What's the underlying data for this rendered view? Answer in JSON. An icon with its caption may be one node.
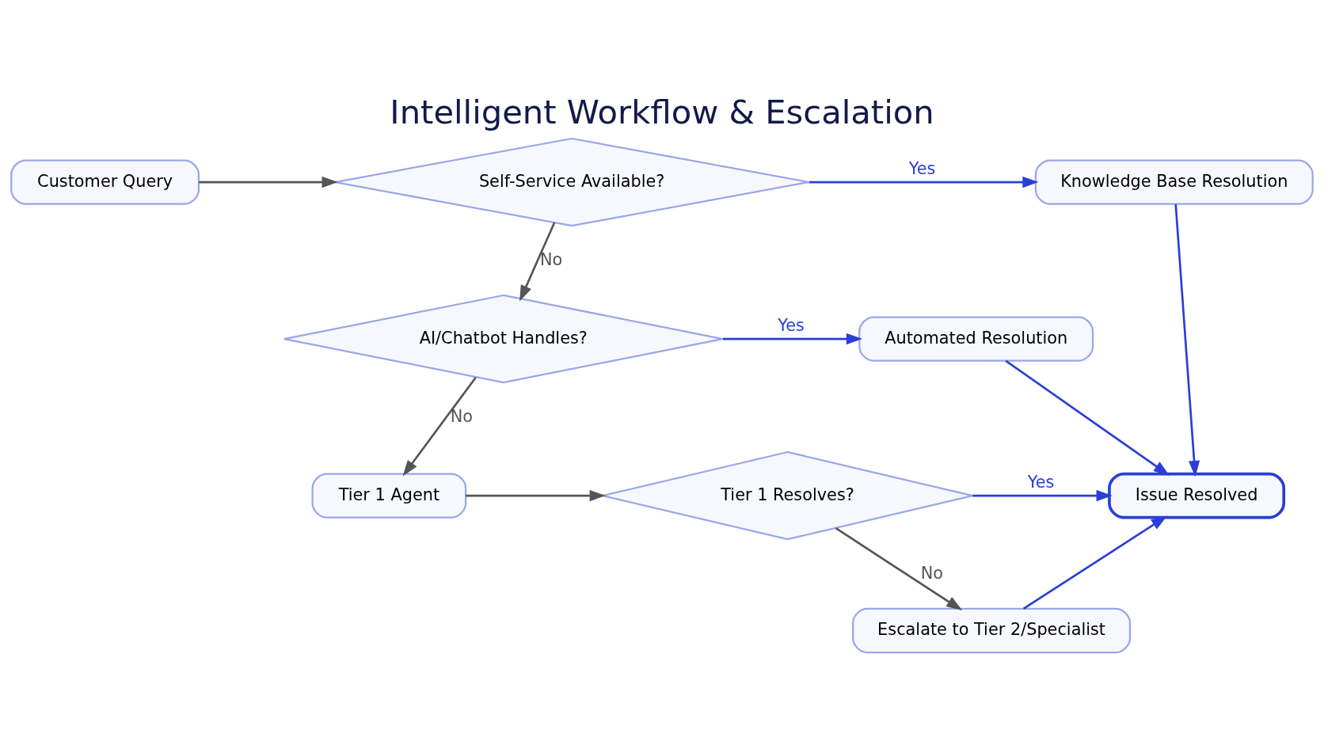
{
  "diagram": {
    "title": "Intelligent Workflow & Escalation",
    "nodes": [
      {
        "text": [
          "Customer Query"
        ]
      },
      {
        "text": [
          "Self-Service Available?"
        ]
      },
      {
        "text": [
          "Knowledge Base Resolution"
        ]
      },
      {
        "text": [
          "AI/Chatbot Handles?"
        ]
      },
      {
        "text": [
          "Automated Resolution"
        ]
      },
      {
        "text": [
          "Tier 1 Agent"
        ]
      },
      {
        "text": [
          "Tier 1 Resolves?"
        ]
      },
      {
        "text": [
          "Issue Resolved"
        ]
      },
      {
        "text": [
          "Escalate to Tier 2/Specialist"
        ]
      }
    ],
    "edges": [
      {
        "from": 0,
        "to": 1,
        "arrow": "to",
        "color": "#555555"
      },
      {
        "from": 1,
        "to": 2,
        "arrow": "to",
        "label": "Yes"
      },
      {
        "from": 1,
        "to": 3,
        "arrow": "to",
        "label": "No",
        "color": "#555555"
      },
      {
        "from": 3,
        "to": 4,
        "arrow": "to",
        "label": "Yes"
      },
      {
        "from": 3,
        "to": 5,
        "arrow": "to",
        "label": "No",
        "color": "#555555"
      },
      {
        "from": 5,
        "to": 6,
        "arrow": "to",
        "color": "#555555"
      },
      {
        "from": 6,
        "to": 7,
        "arrow": "to",
        "label": "Yes"
      },
      {
        "from": 6,
        "to": 8,
        "arrow": "to",
        "label": "No",
        "color": "#555555"
      },
      {
        "from": 2,
        "to": 7,
        "arrow": "to"
      },
      {
        "from": 4,
        "to": 7,
        "arrow": "to"
      },
      {
        "from": 8,
        "to": 7,
        "arrow": "to"
      }
    ]
  }
}
